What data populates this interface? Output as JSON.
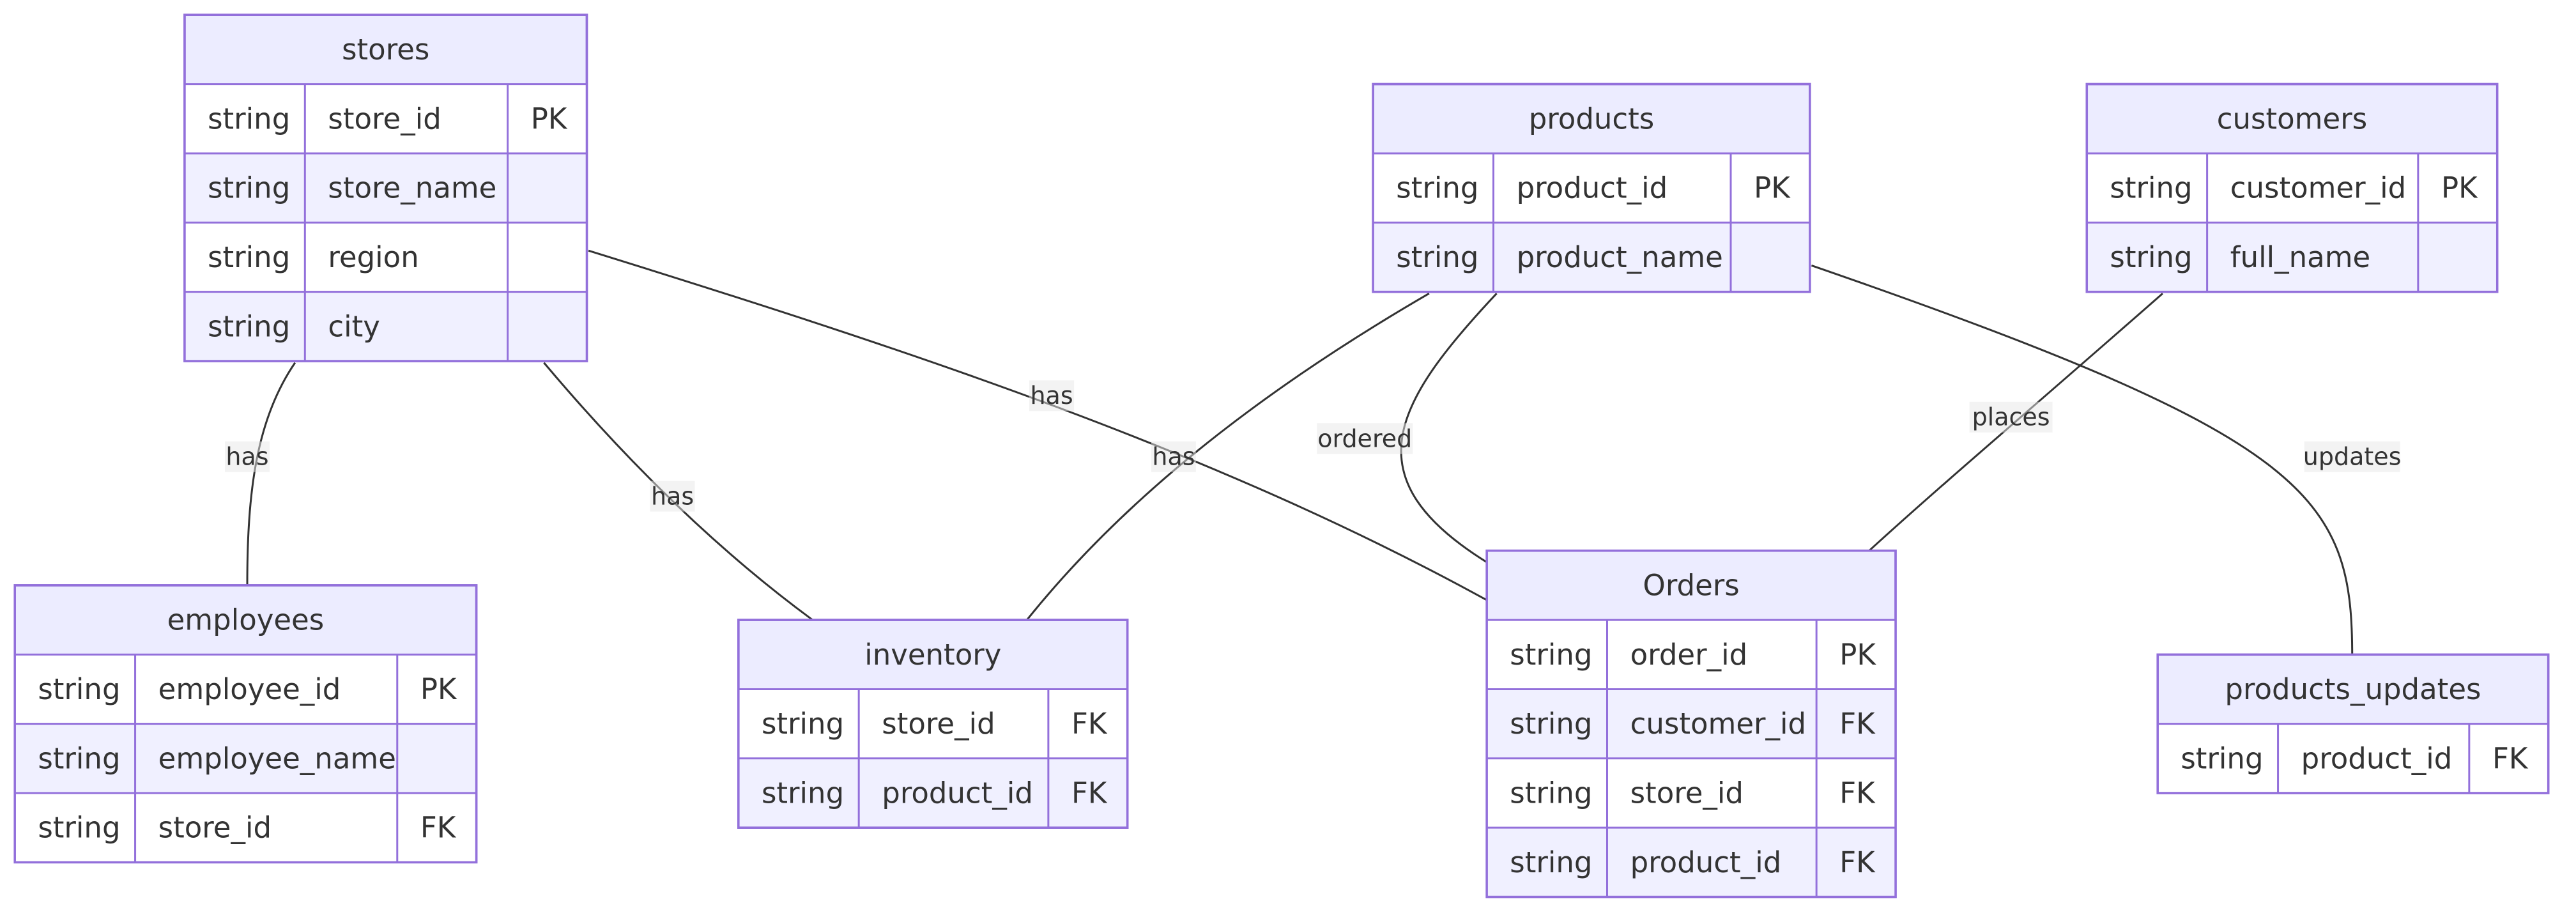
{
  "diagram": {
    "entities": [
      {
        "id": "stores",
        "title": "stores",
        "attributes": [
          {
            "type": "string",
            "name": "store_id",
            "key": "PK"
          },
          {
            "type": "string",
            "name": "store_name",
            "key": ""
          },
          {
            "type": "string",
            "name": "region",
            "key": ""
          },
          {
            "type": "string",
            "name": "city",
            "key": ""
          }
        ]
      },
      {
        "id": "products",
        "title": "products",
        "attributes": [
          {
            "type": "string",
            "name": "product_id",
            "key": "PK"
          },
          {
            "type": "string",
            "name": "product_name",
            "key": ""
          }
        ]
      },
      {
        "id": "customers",
        "title": "customers",
        "attributes": [
          {
            "type": "string",
            "name": "customer_id",
            "key": "PK"
          },
          {
            "type": "string",
            "name": "full_name",
            "key": ""
          }
        ]
      },
      {
        "id": "employees",
        "title": "employees",
        "attributes": [
          {
            "type": "string",
            "name": "employee_id",
            "key": "PK"
          },
          {
            "type": "string",
            "name": "employee_name",
            "key": ""
          },
          {
            "type": "string",
            "name": "store_id",
            "key": "FK"
          }
        ]
      },
      {
        "id": "inventory",
        "title": "inventory",
        "attributes": [
          {
            "type": "string",
            "name": "store_id",
            "key": "FK"
          },
          {
            "type": "string",
            "name": "product_id",
            "key": "FK"
          }
        ]
      },
      {
        "id": "orders",
        "title": "Orders",
        "attributes": [
          {
            "type": "string",
            "name": "order_id",
            "key": "PK"
          },
          {
            "type": "string",
            "name": "customer_id",
            "key": "FK"
          },
          {
            "type": "string",
            "name": "store_id",
            "key": "FK"
          },
          {
            "type": "string",
            "name": "product_id",
            "key": "FK"
          }
        ]
      },
      {
        "id": "products_updates",
        "title": "products_updates",
        "attributes": [
          {
            "type": "string",
            "name": "product_id",
            "key": "FK"
          }
        ]
      }
    ],
    "relationships": [
      {
        "id": "stores-employees",
        "from": "stores",
        "to": "employees",
        "label": "has"
      },
      {
        "id": "stores-inventory",
        "from": "stores",
        "to": "inventory",
        "label": "has"
      },
      {
        "id": "stores-orders",
        "from": "stores",
        "to": "orders",
        "label": "has"
      },
      {
        "id": "products-inventory",
        "from": "products",
        "to": "inventory",
        "label": "has"
      },
      {
        "id": "products-orders",
        "from": "products",
        "to": "orders",
        "label": "ordered"
      },
      {
        "id": "customers-orders",
        "from": "customers",
        "to": "orders",
        "label": "places"
      },
      {
        "id": "products-products_updates",
        "from": "products",
        "to": "products_updates",
        "label": "updates"
      }
    ]
  }
}
